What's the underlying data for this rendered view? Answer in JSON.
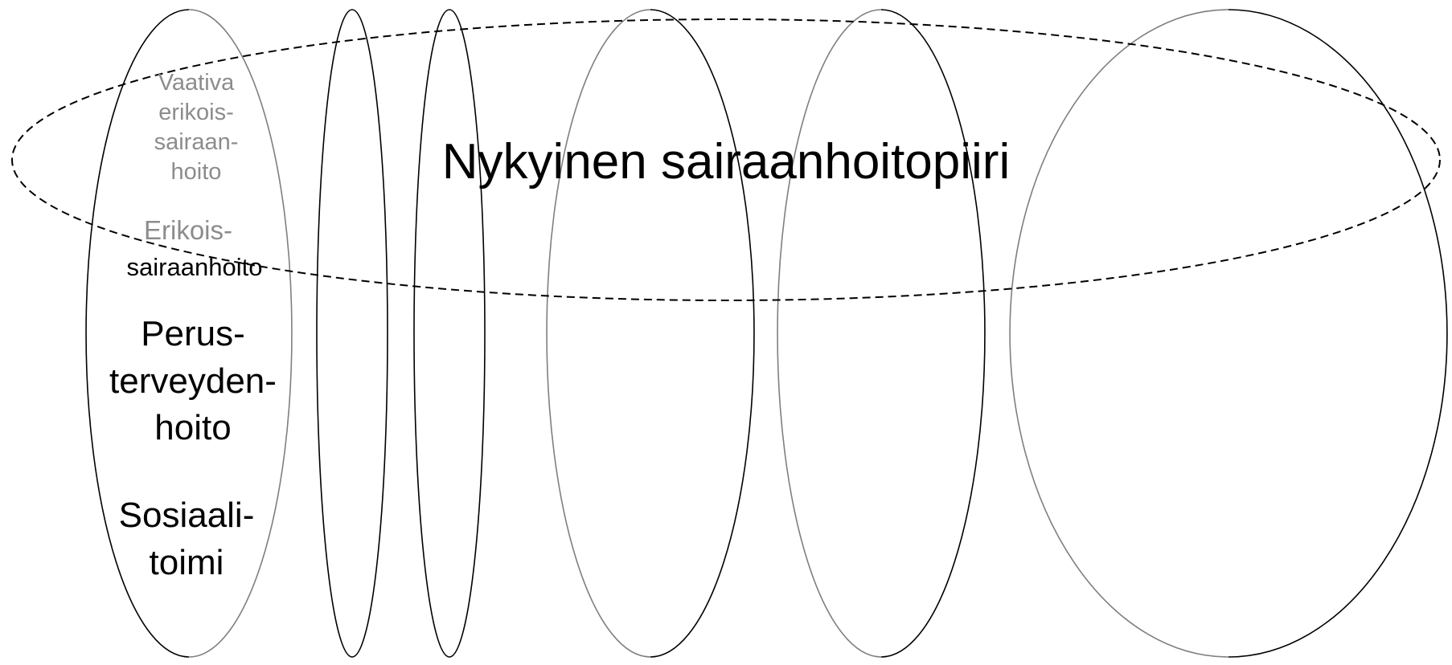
{
  "diagram": {
    "title": "Nykyinen sairaanhoitopiiri",
    "levels": {
      "vaativa": [
        "Vaativa",
        "erikois-",
        "sairaan-",
        "hoito"
      ],
      "erikois_line1": "Erikois-",
      "erikois_line2": "sairaanhoito",
      "perus": [
        "Perus-",
        "terveyden-",
        "hoito"
      ],
      "sosiaali": [
        "Sosiaali-",
        "toimi"
      ]
    }
  }
}
